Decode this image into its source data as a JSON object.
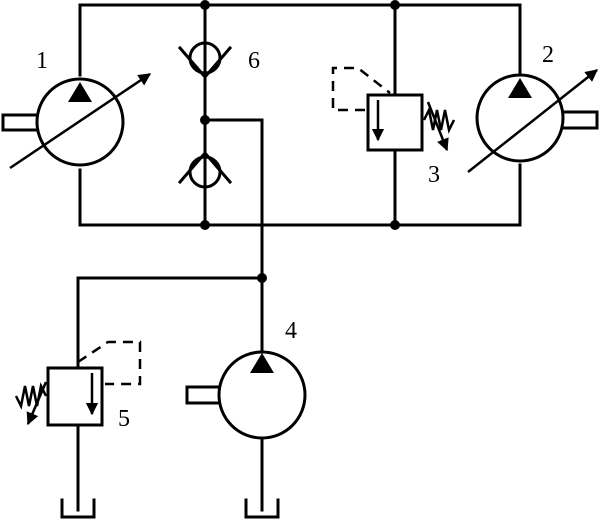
{
  "labels": {
    "pump_1": "1",
    "motor_2": "2",
    "relief_valve_3": "3",
    "charge_pump_4": "4",
    "relief_valve_5": "5",
    "check_valves_6": "6"
  }
}
